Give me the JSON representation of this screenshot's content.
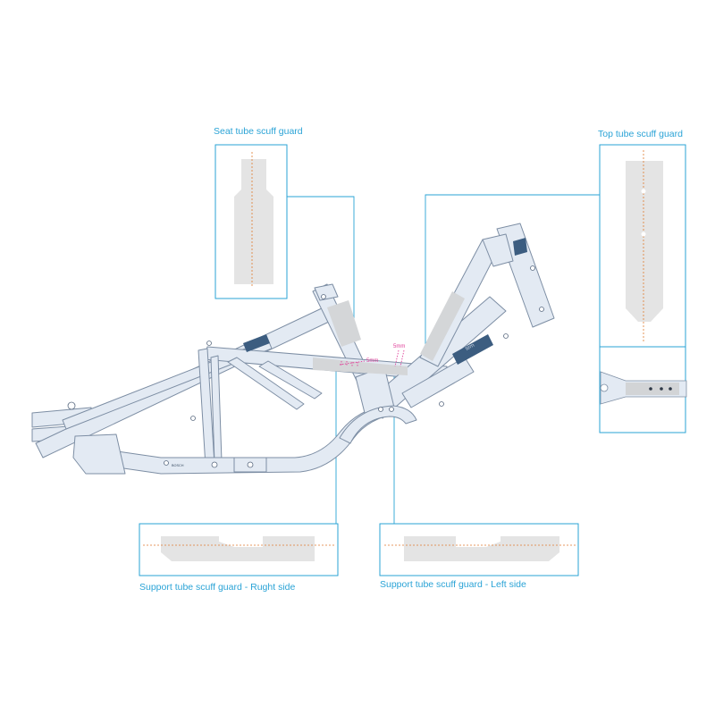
{
  "labels": {
    "seat_tube": "Seat tube scuff guard",
    "top_tube": "Top tube scuff guard",
    "support_right": "Support tube scuff guard - Rught side",
    "support_left": "Support tube scuff guard - Left side"
  },
  "dimensions": {
    "gap_a": "5mm",
    "gap_b": "5mm"
  },
  "frame_branding": {
    "logo": "tern",
    "motor_brand": "BOSCH"
  },
  "colors": {
    "callout": "#2aa3d6",
    "frame_fill": "#e3eaf3",
    "frame_stroke": "#7d8ea4",
    "guard_fill": "#e4e4e4",
    "centerline": "#e07a2e",
    "dimension": "#e0409a",
    "decal": "#3c5d80"
  }
}
